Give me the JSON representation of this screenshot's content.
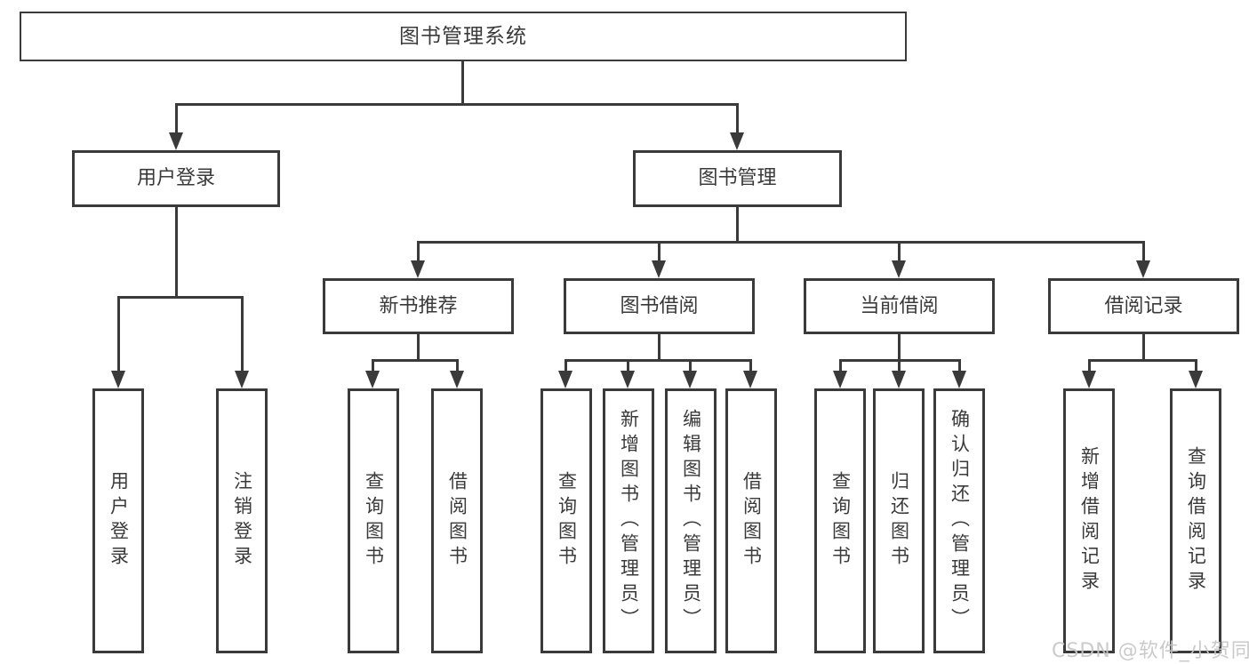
{
  "tree": {
    "root": {
      "label": "图书管理系统"
    },
    "branches": [
      {
        "label": "用户登录",
        "children": [
          "用户登录",
          "注销登录"
        ]
      },
      {
        "label": "图书管理",
        "children": [
          {
            "label": "新书推荐",
            "children": [
              "查询图书",
              "借阅图书"
            ]
          },
          {
            "label": "图书借阅",
            "children": [
              "查询图书",
              "新增图书（管理员）",
              "编辑图书（管理员）",
              "借阅图书"
            ]
          },
          {
            "label": "当前借阅",
            "children": [
              "查询图书",
              "归还图书",
              "确认归还（管理员）"
            ]
          },
          {
            "label": "借阅记录",
            "children": [
              "新增借阅记录",
              "查询借阅记录"
            ]
          }
        ]
      }
    ]
  },
  "watermark": {
    "text": "CSDN @软件_小贺同学"
  },
  "colors": {
    "line": "#3a3a3a",
    "text": "#3a3a3a",
    "watermark": "#c6c6c6",
    "background": "#ffffff"
  }
}
